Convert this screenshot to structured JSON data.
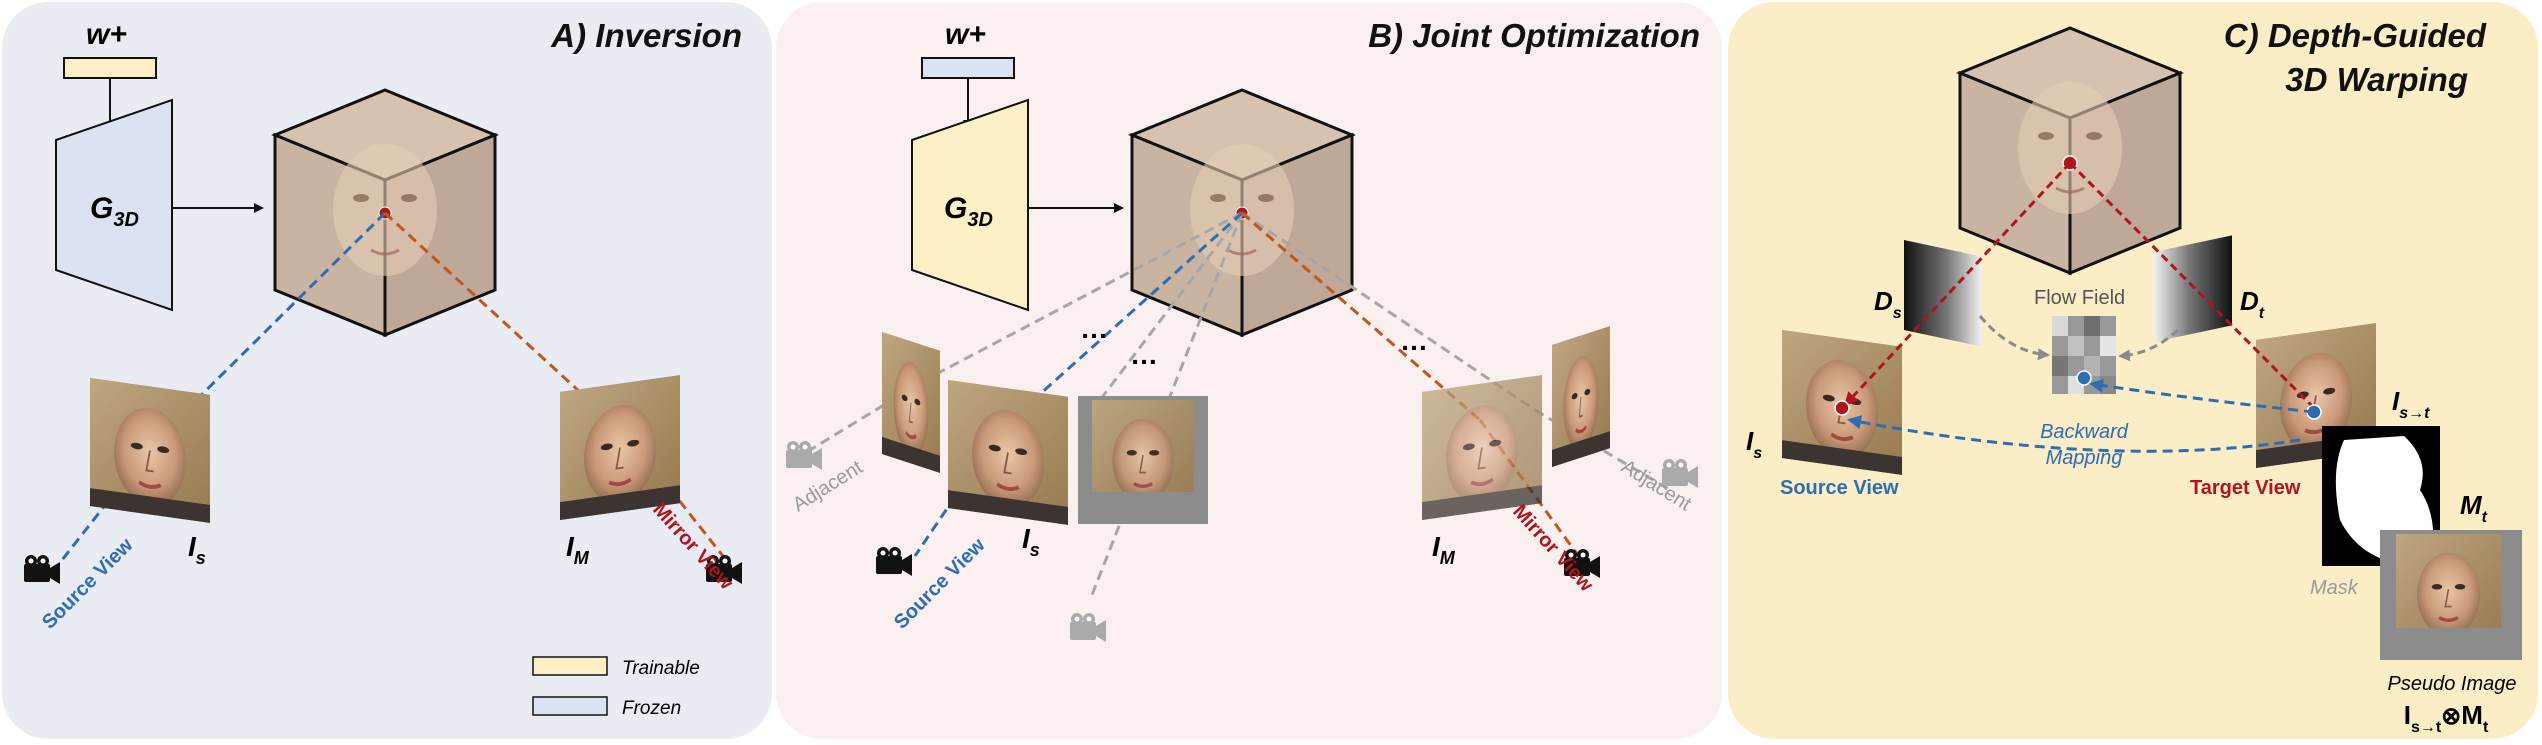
{
  "panels": {
    "inversion": {
      "title": "A) Inversion"
    },
    "joint": {
      "title": "B) Joint Optimization"
    },
    "warping": {
      "title_line1": "C) Depth-Guided",
      "title_line2": "3D Warping"
    }
  },
  "labels": {
    "latent": "w+",
    "generator_main": "G",
    "generator_sub": "3D",
    "source_view": "Source View",
    "mirror_view": "Mirror View",
    "adjacent": "Adjacent",
    "ellipsis": "…",
    "img_s_main": "I",
    "img_s_sub": "s",
    "img_m_main": "I",
    "img_m_sub": "M",
    "depth_s_main": "D",
    "depth_s_sub": "s",
    "depth_t_main": "D",
    "depth_t_sub": "t",
    "flow_field": "Flow Field",
    "backward_mapping_1": "Backward",
    "backward_mapping_2": "Mapping",
    "target_view": "Target View",
    "warp_main": "I",
    "warp_sub": "s→t",
    "mask_main": "M",
    "mask_sub": "t",
    "mask": "Mask",
    "pseudo_image": "Pseudo Image",
    "pseudo_formula_main": "I",
    "pseudo_formula_sub": "s→t",
    "pseudo_formula_op": "⊗",
    "pseudo_formula_m": "M",
    "pseudo_formula_msub": "t"
  },
  "legend": [
    {
      "label": "Trainable",
      "color": "#fdf0c6"
    },
    {
      "label": "Frozen",
      "color": "#dbe3f2"
    }
  ],
  "colors": {
    "trainable": "#fdf0c6",
    "frozen": "#dbe3f2",
    "source_blue": "#2e6db4",
    "mirror_orange": "#c0571c",
    "target_red": "#b0141c",
    "adjacent_gray": "#a6a6a6"
  },
  "icons": [
    "camera-icon",
    "face-thumbnail",
    "depth-map",
    "flow-field",
    "mask-image"
  ]
}
